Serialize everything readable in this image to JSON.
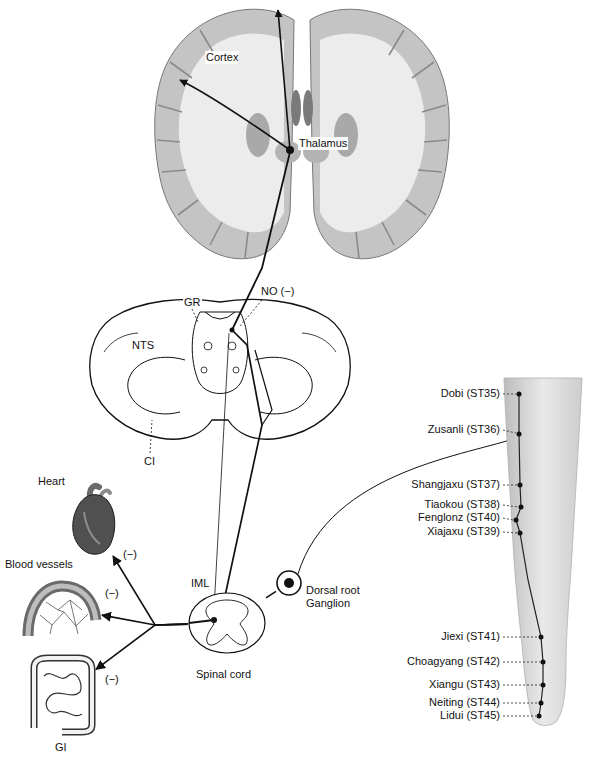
{
  "diagram": {
    "nodes": [
      {
        "text": [
          "Heart"
        ]
      },
      {
        "text": [
          "Blood vessels"
        ]
      },
      {
        "text": [
          "GI"
        ]
      },
      {
        "text": [
          "Spinal cord"
        ]
      },
      {
        "text": [
          "Dorsal root Ganglion"
        ]
      }
    ],
    "edges": [
      {
        "from": 3,
        "to": 0,
        "arrow": "to",
        "label": "(−)"
      },
      {
        "from": 3,
        "to": 1,
        "arrow": "to",
        "label": "(−)"
      },
      {
        "from": 3,
        "to": 2,
        "arrow": "to",
        "label": "(−)"
      },
      {
        "from": 4,
        "to": 3,
        "arrow": "none"
      }
    ],
    "labels": [
      "Cortex",
      "Thalamus",
      "GR",
      "NO (−)",
      "NTS",
      "CI",
      "IML",
      "Dobi (ST35)",
      "Zusanli (ST36)",
      "Shangjaxu (ST37)",
      "Tiaokou (ST38)",
      "Fenglonz (ST40)",
      "Xiajaxu (ST39)",
      "Jiexi (ST41)",
      "Choagyang (ST42)",
      "Xiangu (ST43)",
      "Neiting (ST44)",
      "Lidui (ST45)"
    ]
  }
}
